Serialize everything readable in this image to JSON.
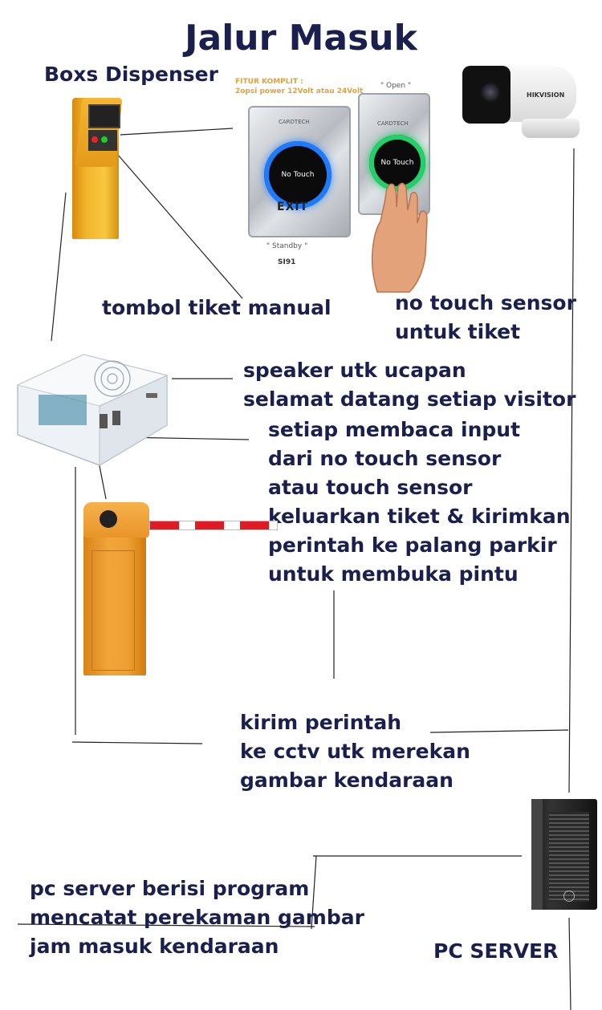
{
  "title": "Jalur Masuk",
  "labels": {
    "dispenser": "Boxs Dispenser",
    "manual_button": "tombol tiket manual",
    "no_touch": [
      "no touch sensor",
      "untuk tiket"
    ],
    "speaker": [
      "speaker utk ucapan",
      "selamat datang setiap visitor"
    ],
    "controller": [
      "setiap membaca input",
      "dari no touch sensor",
      "atau touch sensor",
      "keluarkan tiket & kirimkan",
      "perintah ke palang parkir",
      "untuk membuka pintu"
    ],
    "cctv_cmd": [
      "kirim perintah",
      "ke cctv utk merekan",
      "gambar kendaraan"
    ],
    "server_note": [
      "pc server berisi program",
      "mencatat perekaman gambar",
      "jam masuk kendaraan"
    ],
    "server": "PC SERVER"
  },
  "product": {
    "feature_title": "FITUR KOMPLIT :",
    "feature_desc": "2opsi power 12Volt atau 24Volt",
    "open_caption": "\" Open \"",
    "standby_caption": "\" Standby \"",
    "brand": "CARDTECH",
    "button_text": "No Touch",
    "exit_text": "EXIT",
    "model": "SI91",
    "camera_brand": "HIKVISION"
  },
  "colors": {
    "text": "#1a1f4e",
    "dispenser": "#f3b52c",
    "barrier": "#f2a53a",
    "ring_blue": "#1e7bff",
    "ring_green": "#22d06a"
  }
}
